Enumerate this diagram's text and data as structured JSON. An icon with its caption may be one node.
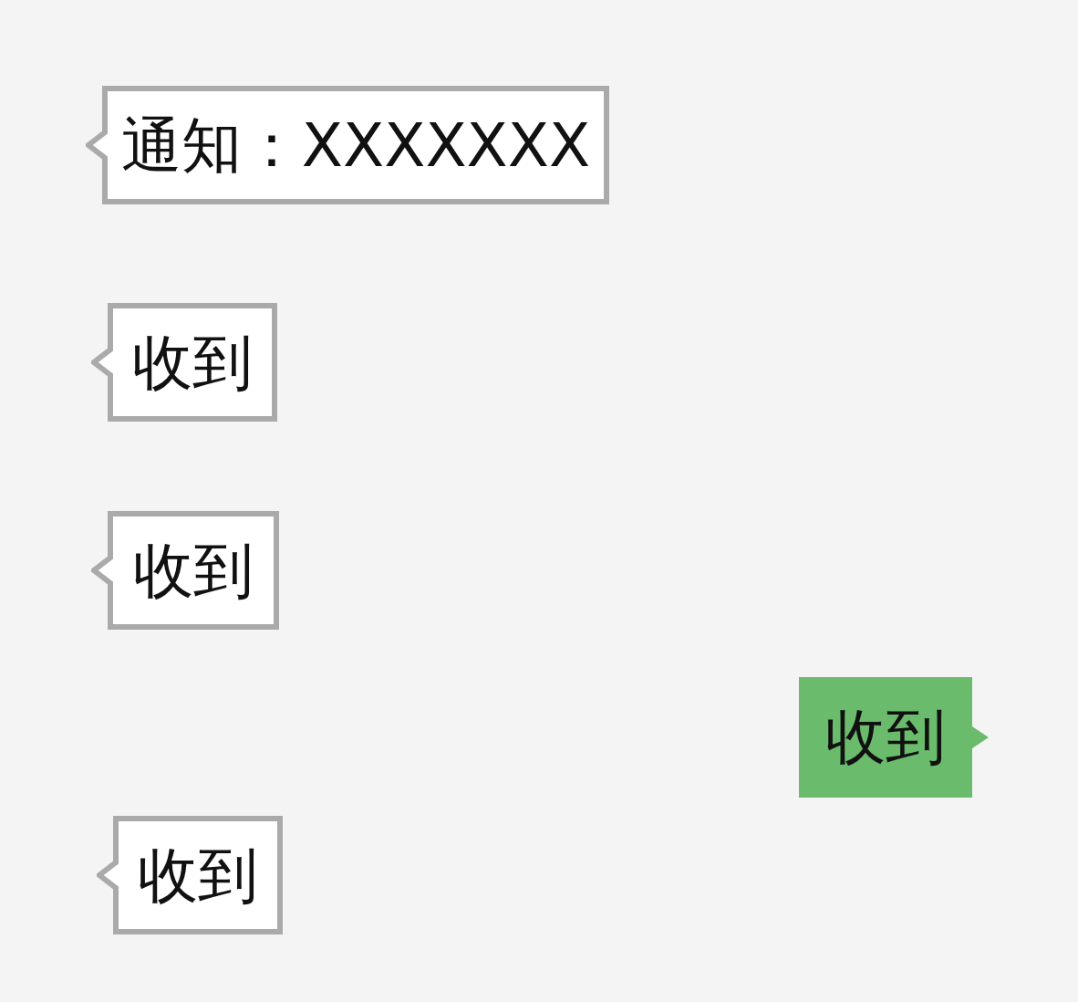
{
  "diagram": {
    "nodes": [
      {
        "text": [
          "通知：XXXXXXX"
        ]
      },
      {
        "text": [
          "收到"
        ]
      },
      {
        "text": [
          "收到"
        ]
      },
      {
        "text": [
          "收到"
        ]
      },
      {
        "text": [
          "收到"
        ]
      }
    ]
  }
}
